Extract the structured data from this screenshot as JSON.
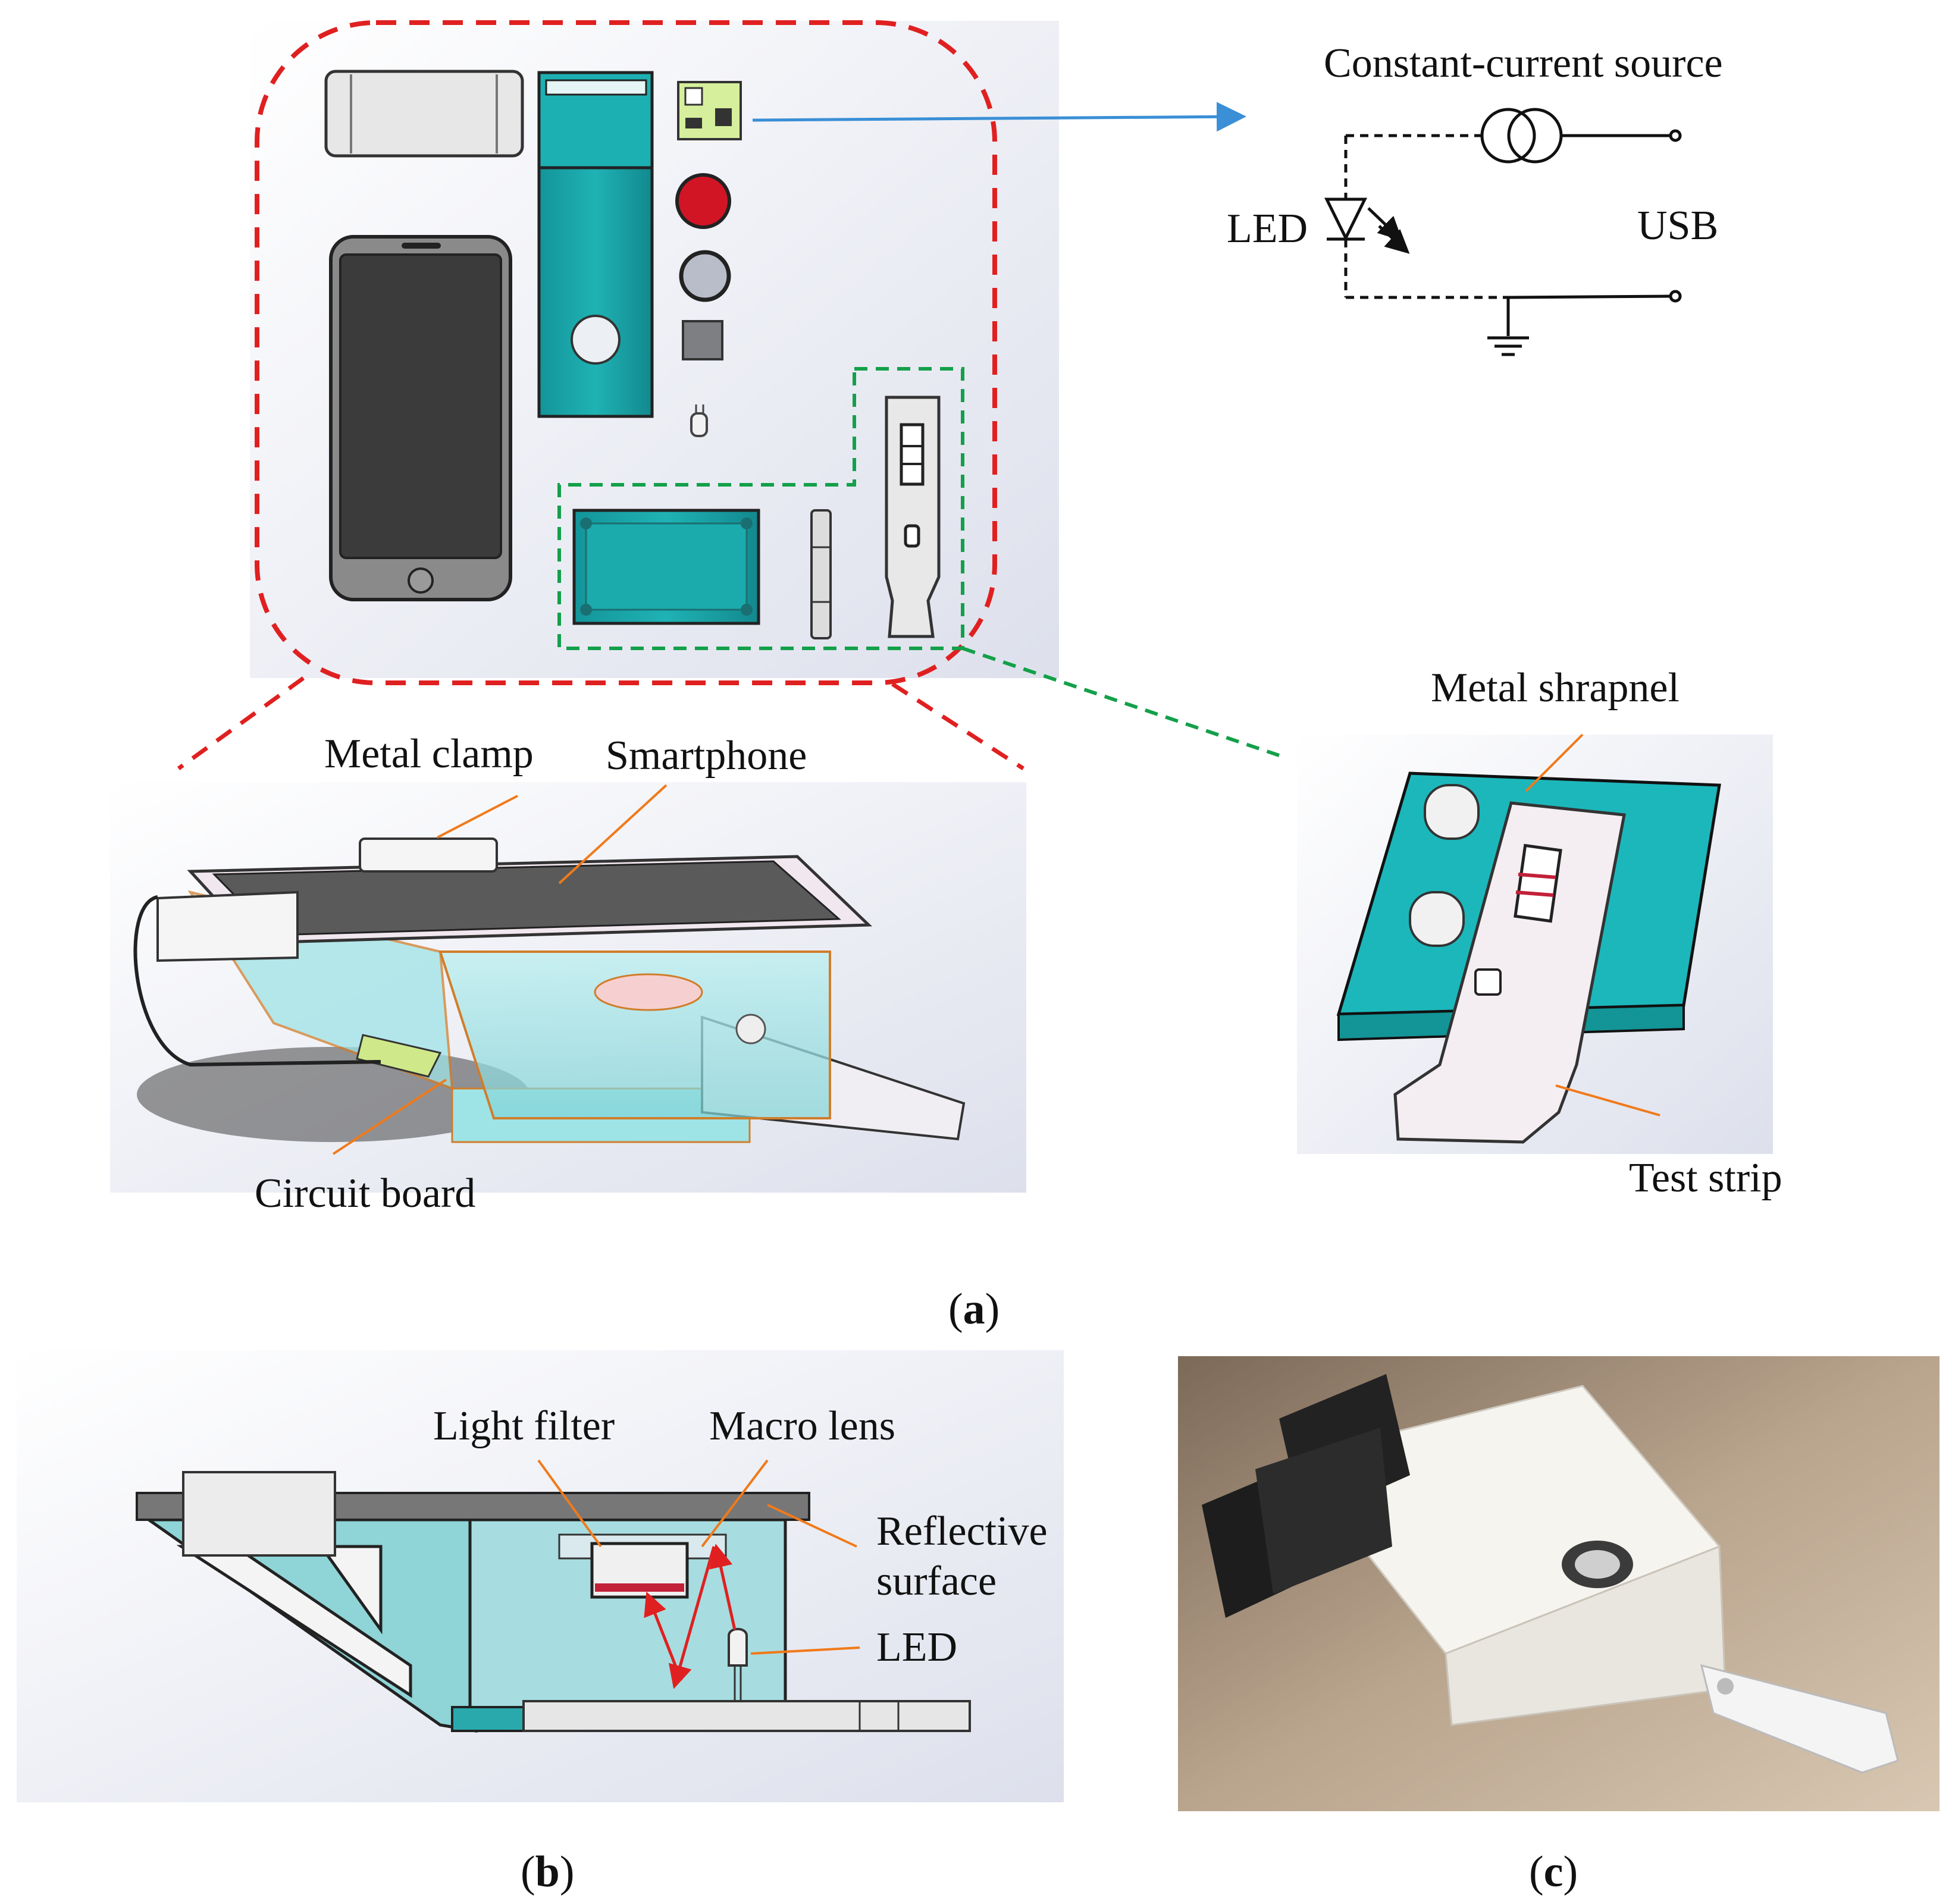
{
  "panel_a": {
    "caption": "a",
    "circuit": {
      "source_label": "Constant-current source",
      "led_label": "LED",
      "usb_label": "USB"
    },
    "assembly": {
      "clamp_label": "Metal clamp",
      "phone_label": "Smartphone",
      "board_label": "Circuit board"
    },
    "holder": {
      "shrapnel_label": "Metal shrapnel",
      "strip_label": "Test strip"
    }
  },
  "panel_b": {
    "caption": "b",
    "filter_label": "Light filter",
    "lens_label": "Macro lens",
    "surface_label_1": "Reflective",
    "surface_label_2": "surface",
    "led_label": "LED"
  },
  "panel_c": {
    "caption": "c"
  },
  "colors": {
    "teal": "#1aa6a8",
    "red_dash": "#e02020",
    "green_dash": "#13a04a",
    "orange": "#f07a1a",
    "blue_arrow": "#3a8fd6"
  }
}
